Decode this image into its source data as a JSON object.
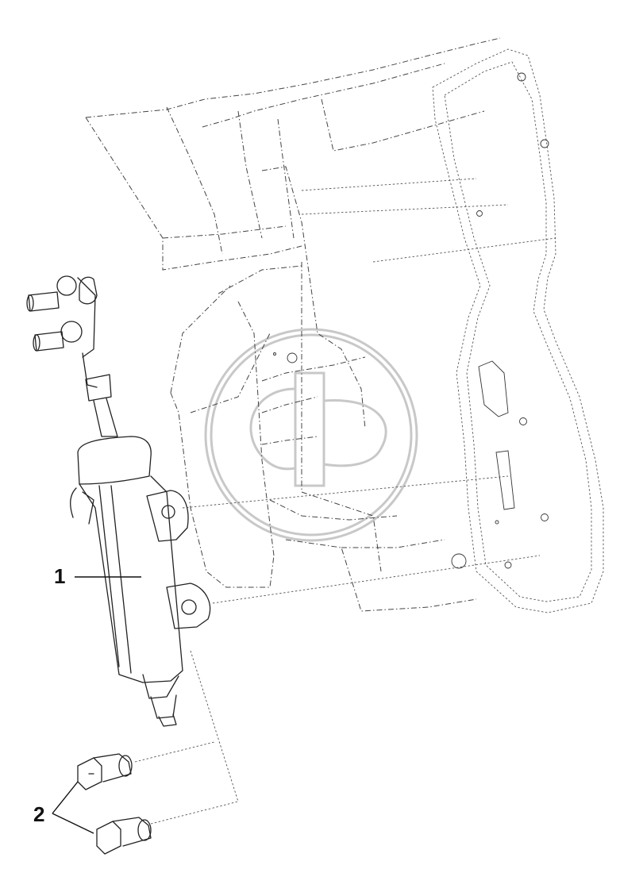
{
  "diagram": {
    "callouts": [
      {
        "id": "1",
        "label": "1",
        "part": "clutch-master-cylinder"
      },
      {
        "id": "2",
        "label": "2",
        "part": "bolts"
      }
    ],
    "watermark_logo_text": "CP",
    "line_color": "#222222",
    "watermark_color": "#c8c8c8",
    "background": "#ffffff"
  }
}
